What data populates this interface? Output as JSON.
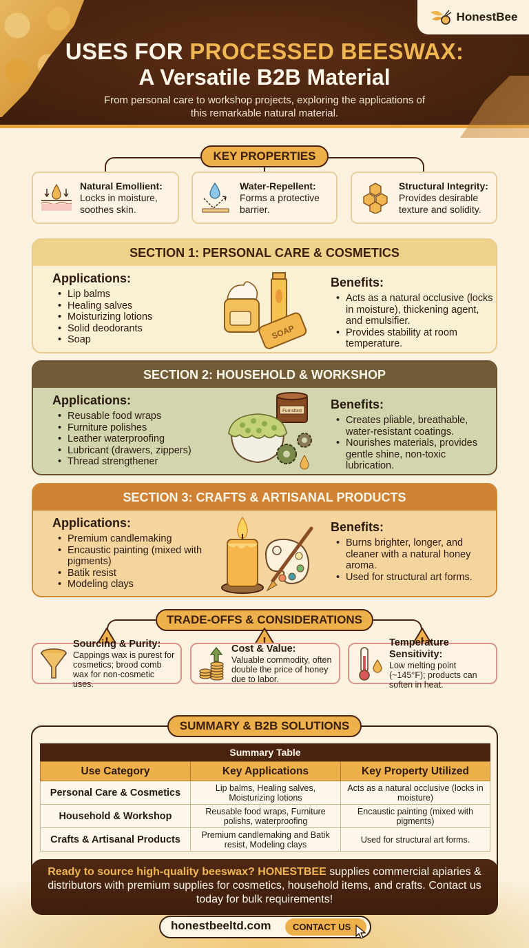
{
  "header": {
    "logo_text": "HonestBee",
    "title_line1_plain": "USES FOR ",
    "title_line1_accent": "PROCESSED BEESWAX:",
    "title_line2": "A Versatile B2B Material",
    "subtitle": "From personal care to workshop projects, exploring the applications of this remarkable natural material."
  },
  "key_properties": {
    "heading": "KEY PROPERTIES",
    "items": [
      {
        "icon": "skin-droplet-icon",
        "title": "Natural Emollient:",
        "desc": "Locks in moisture, soothes skin."
      },
      {
        "icon": "water-repel-icon",
        "title": "Water-Repellent:",
        "desc": "Forms a protective barrier."
      },
      {
        "icon": "honeycomb-icon",
        "title": "Structural Integrity:",
        "desc": "Provides desirable texture and solidity."
      }
    ]
  },
  "sections": [
    {
      "heading": "SECTION 1: PERSONAL CARE & COSMETICS",
      "applications_label": "Applications:",
      "applications": [
        "Lip balms",
        "Healing salves",
        "Moisturizing lotions",
        "Solid deodorants",
        "Soap"
      ],
      "benefits_label": "Benefits:",
      "benefits": [
        "Acts as a natural occlusive (locks in moisture), thickening agent, and emulsifier.",
        "Provides stability at room temperature."
      ],
      "illustration": "cosmetics-icon",
      "illustration_label": "SOAP"
    },
    {
      "heading": "SECTION 2: HOUSEHOLD & WORKSHOP",
      "applications_label": "Applications:",
      "applications": [
        "Reusable food wraps",
        "Furniture polishes",
        "Leather waterproofing",
        "Lubricant (drawers, zippers)",
        "Thread strengthener"
      ],
      "benefits_label": "Benefits:",
      "benefits": [
        "Creates pliable, breathable, water-resistant coatings.",
        "Nourishes materials, provides gentle shine, non-toxic lubrication."
      ],
      "illustration": "household-icon",
      "illustration_label": "Furnsford"
    },
    {
      "heading": "SECTION 3: CRAFTS & ARTISANAL PRODUCTS",
      "applications_label": "Applications:",
      "applications": [
        "Premium candlemaking",
        "Encaustic painting (mixed with pigments)",
        "Batik resist",
        "Modeling clays"
      ],
      "benefits_label": "Benefits:",
      "benefits": [
        "Burns brighter, longer, and cleaner with a natural honey aroma.",
        "Used for structural art forms."
      ],
      "illustration": "candle-palette-icon"
    }
  ],
  "tradeoffs": {
    "heading": "TRADE-OFFS & CONSIDERATIONS",
    "items": [
      {
        "icon": "funnel-icon",
        "title": "Sourcing & Purity:",
        "desc": "Cappings wax is purest for cosmetics; brood comb wax for non-cosmetic uses."
      },
      {
        "icon": "coins-icon",
        "title": "Cost & Value:",
        "desc": "Valuable commodity, often double the price of honey due to labor."
      },
      {
        "icon": "thermometer-icon",
        "title": "Temperature Sensitivity:",
        "desc": "Low melting point (~145°F); products can soften in heat."
      }
    ]
  },
  "summary": {
    "heading": "SUMMARY & B2B SOLUTIONS",
    "table_caption": "Summary Table",
    "columns": [
      "Use Category",
      "Key Applications",
      "Key Property Utilized"
    ],
    "rows": [
      [
        "Personal Care & Cosmetics",
        "Lip balms, Healing salves, Moisturizing lotions",
        "Acts as a natural occlusive (locks in moisture)"
      ],
      [
        "Household & Workshop",
        "Reusable food wraps, Furniture polishs, waterproofing",
        "Encaustic painting (mixed with pigments)"
      ],
      [
        "Crafts & Artisanal Products",
        "Premium candlemaking and Batik resist, Modeling clays",
        "Used for structural art forms."
      ]
    ]
  },
  "cta": {
    "highlight": "Ready to source high-quality beeswax? HONESTBEE",
    "body": " supplies commercial apiaries & distributors with premium supplies for cosmetics, household items, and crafts. Contact us today for bulk requirements!",
    "url": "honestbeeltd.com",
    "button_label": "CONTACT US"
  },
  "colors": {
    "header_brown": "#4a2410",
    "accent_gold": "#eeb04a",
    "cream_bg": "#fbf1df",
    "section1_head": "#efd28a",
    "section2_head": "#725b37",
    "section3_head": "#cf8233",
    "tradeoff_border": "#d9958a"
  }
}
